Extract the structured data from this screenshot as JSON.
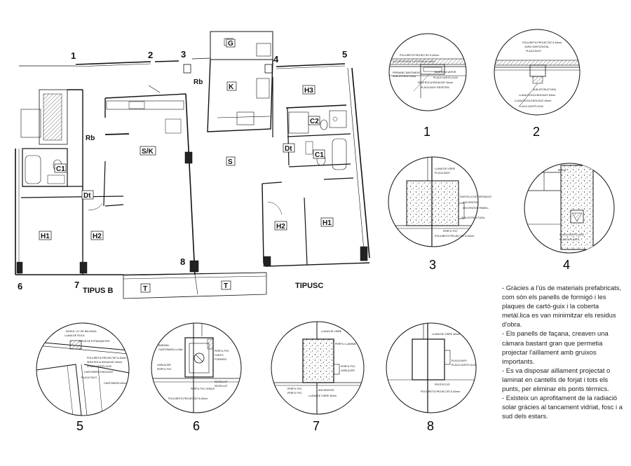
{
  "plan": {
    "tipus_b": "TIPUS B",
    "tipus_c": "TIPUSC",
    "points": [
      "1",
      "2",
      "3",
      "4",
      "5",
      "6",
      "7",
      "8"
    ],
    "rooms": {
      "g": "G",
      "k": "K",
      "rb_top": "Rb",
      "h3": "H3",
      "c2": "C2",
      "rb_left": "Rb",
      "sk": "S/K",
      "s": "S",
      "dt_right": "Dt",
      "c1_right": "C1",
      "c1_left": "C1",
      "dt_left": "Dt",
      "h1_left": "H1",
      "h2_left": "H2",
      "h2_right": "H2",
      "h1_right": "H1",
      "t_left": "T",
      "t_right": "T"
    }
  },
  "details": [
    {
      "number": "1",
      "labels": [
        "POLIURETÀ PROJECTAT 5-40mm",
        "AUTOPORTANT FUSTERIA ALUMINI",
        "PREMARC BASTIMENT",
        "SUB-ESTRUCTURA",
        "BARRERA VAPOR",
        "PLACA CARTÓ-GUIX",
        "SEMI ROCA ENGUIXAT 40mm",
        "PLACA EASY REVÈTEM"
      ]
    },
    {
      "number": "2",
      "labels": [
        "POLIURETÀ PROJECTAT 5-40mm",
        "XAPA HORITZONTAL",
        "PLACA EASY",
        "SUB-ESTRUCTURA",
        "LLANA ROCA ENGUIXAT 40mm",
        "LLANA ROCA ENGUIXAT 40mm",
        "PLACA CARTÓ-GUIX"
      ]
    },
    {
      "number": "3",
      "labels": [
        "LLANA DE VIDRE",
        "PLACA EASY",
        "RASTELLS DE DERIVACIÓ",
        "ANCORATGE",
        "ANCORATGE PANELL",
        "SUB-ESTRUCTURA",
        "PERFIL PVC",
        "POLIURETÀ PROJECTAT 5-40mm"
      ]
    },
    {
      "number": "4",
      "labels": [
        "BUCAT",
        "PLACA CARTÓ-GUIX",
        "PLANTA PLASTE"
      ]
    },
    {
      "number": "5",
      "labels": [
        "MODUL LLT DE BALSUDA",
        "LLANA DE ROCA",
        "JUNTA DE ESTANQUEITAT",
        "POLIURETÀ PROJECTAT 5-40mm",
        "SEMI ROCA ENGUIXAT 40mm",
        "PLACA CARTÓ-GUIX",
        "CANTONERA ENGUIXAT",
        "PLACA TACO",
        "CANTONERA 40mm"
      ]
    },
    {
      "number": "6",
      "labels": [
        "BARANA",
        "CANTONADA LLANA",
        "PERFIL PVC",
        "CANTO",
        "FORMIGÓ",
        "XAPA ACER",
        "PERFIL PVC",
        "PERFIL PVC DOBLE",
        "POLIURETÀ PROJECTAT 5-40mm",
        "SEGELLAT",
        "SEGELLAT"
      ]
    },
    {
      "number": "7",
      "labels": [
        "LLANA DE VIDRE",
        "PERFIL LLAMINAT",
        "PERFIL PVC",
        "XAPA ACER",
        "PERFIL PVC",
        "PERFIL PVC",
        "ANCORATGE",
        "LLANA DE VIDRE 40mm"
      ]
    },
    {
      "number": "8",
      "labels": [
        "LLANA DE VIDRE 40mm",
        "PLACA EASY",
        "PLACA CARTÓ-GUIX",
        "PROTECCIÓ",
        "POLIURETÀ PROJECTAT 5-40mm"
      ]
    }
  ],
  "notes": [
    "- Gràcies a l'ús de materials prefabricats, com són els panells de formigó i les plaques de cartó-guix i la coberta metàl.lica es van minimitzar els residus d'obra.",
    "- Els panells de façana, creaven una càmara bastant gran que permetia projectar l'aïllament amb gruixos importants.",
    "- Es va disposar aïllament projectat o laminat en cantells de forjat i tots els punts, per eliminar els ponts tèrmics.",
    "- Existeix un aprofitament de la radiació solar gràcies al tancament vidriat, fosc i a sud dels estars."
  ]
}
